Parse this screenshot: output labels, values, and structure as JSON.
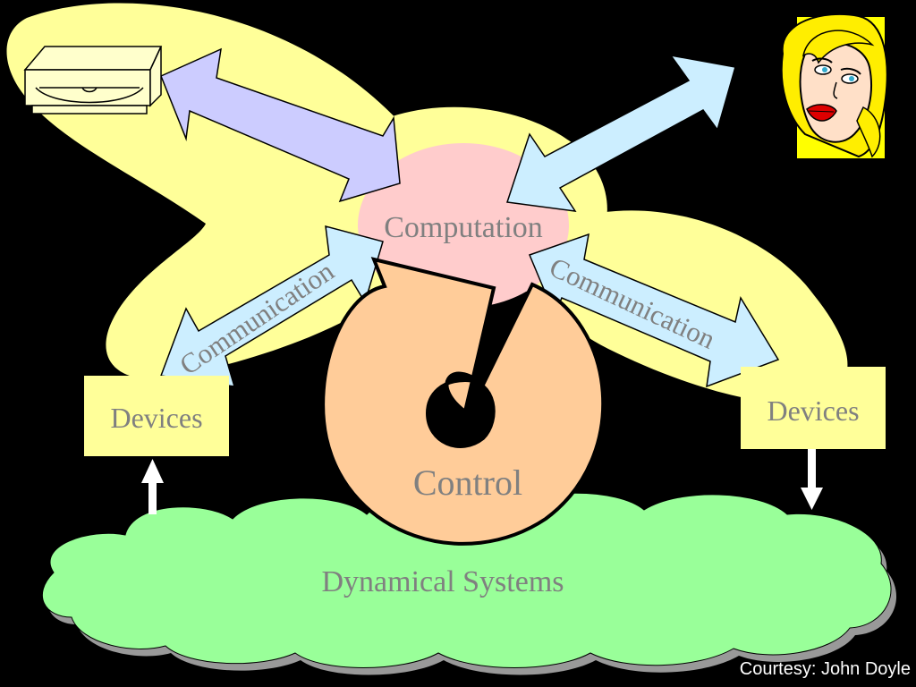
{
  "diagram": {
    "computation_label": "Computation",
    "communication_left_label": "Communication",
    "communication_right_label": "Communication",
    "devices_left_label": "Devices",
    "devices_right_label": "Devices",
    "control_label": "Control",
    "dynamical_systems_label": "Dynamical Systems",
    "credit": "Courtesy: John Doyle"
  },
  "colors": {
    "background": "#000000",
    "lobe_fill": "#ffff99",
    "computation_fill": "#ffcccc",
    "control_fill": "#ffcc99",
    "cloud_fill": "#99ff99",
    "cloud_shadow": "#999999",
    "arrow_violet": "#ccccff",
    "arrow_blue": "#cceeff",
    "text_gray": "#808080",
    "device_box_fill": "#ffff99",
    "credit_text": "#ffffff"
  },
  "icons": {
    "disk_drive": "disk-drive-icon",
    "user_face": "user-face-icon"
  }
}
